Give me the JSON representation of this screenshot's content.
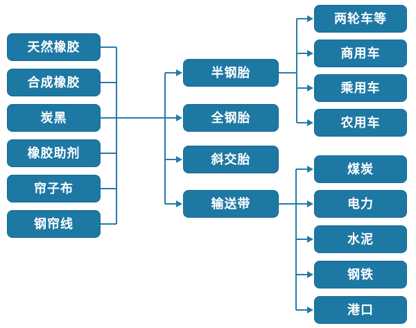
{
  "diagram": {
    "nodes": {
      "upstream": [
        "天然橡胶",
        "合成橡胶",
        "炭黑",
        "橡胶助剂",
        "帘子布",
        "钢帘线"
      ],
      "midstream": [
        "半钢胎",
        "全钢胎",
        "斜交胎",
        "输送带"
      ],
      "tire_downstream": [
        "两轮车等",
        "商用车",
        "乘用车",
        "农用车"
      ],
      "belt_downstream": [
        "煤炭",
        "电力",
        "水泥",
        "钢铁",
        "港口"
      ]
    },
    "colors": {
      "node_fill": "#1e78a4",
      "node_border": "#17678d",
      "line": "#2679aa",
      "text": "#ffffff",
      "background": "#ffffff"
    }
  }
}
